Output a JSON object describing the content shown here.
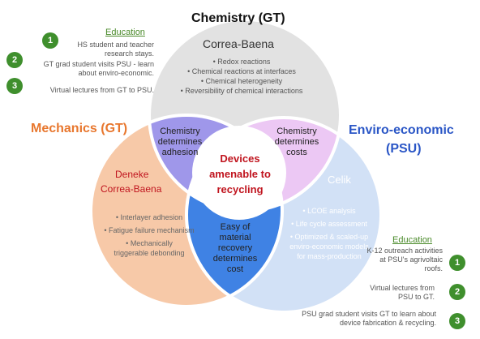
{
  "chemistry": {
    "title": "Chemistry (GT)",
    "person": "Correa-Baena",
    "items": [
      "Redox reactions",
      "Chemical reactions at interfaces",
      "Chemical heterogeneity",
      "Reversibility of chemical interactions"
    ]
  },
  "mechanics": {
    "title": "Mechanics (GT)",
    "people": [
      "Deneke",
      "Correa-Baena"
    ],
    "items": [
      "Interlayer adhesion",
      "Fatigue failure mechanism",
      "Mechanically triggerable debonding"
    ]
  },
  "enviro": {
    "title_line1": "Enviro-economic",
    "title_line2": "(PSU)",
    "person": "Celik",
    "items": [
      "LCOE analysis",
      "Life cycle assessment",
      "Optimized & scaled-up enviro-economic models for mass-production"
    ]
  },
  "overlaps": {
    "chem_mech": "Chemistry determines adhesion",
    "chem_env": "Chemistry determines costs",
    "mech_env": "Easy of material recovery determines cost",
    "center": "Devices amenable to recycling"
  },
  "education_gt": {
    "title": "Education",
    "items": [
      {
        "num": "1",
        "text": "HS student and teacher research stays."
      },
      {
        "num": "2",
        "text": "GT grad student visits PSU - learn about enviro-economic."
      },
      {
        "num": "3",
        "text": "Virtual lectures from GT to PSU."
      }
    ]
  },
  "education_psu": {
    "title": "Education",
    "items": [
      {
        "num": "1",
        "text": "K-12 outreach activities at PSU's agrivoltaic roofs."
      },
      {
        "num": "2",
        "text": "Virtual lectures from PSU to GT."
      },
      {
        "num": "3",
        "text": "PSU grad student visits GT to learn about device fabrication & recycling."
      }
    ]
  },
  "colors": {
    "chemistry": "#e2e2e2",
    "mechanics": "#f7c9a8",
    "enviro": "#d2e1f6",
    "chem_mech": "#9f97ea",
    "chem_env": "#ecc8f4",
    "mech_env": "#3f82e4",
    "center": "#ffffff",
    "mechanics_title": "#e8772e",
    "enviro_title": "#2a56c6",
    "center_text": "#c0141e",
    "education": "#3f8f2d"
  }
}
